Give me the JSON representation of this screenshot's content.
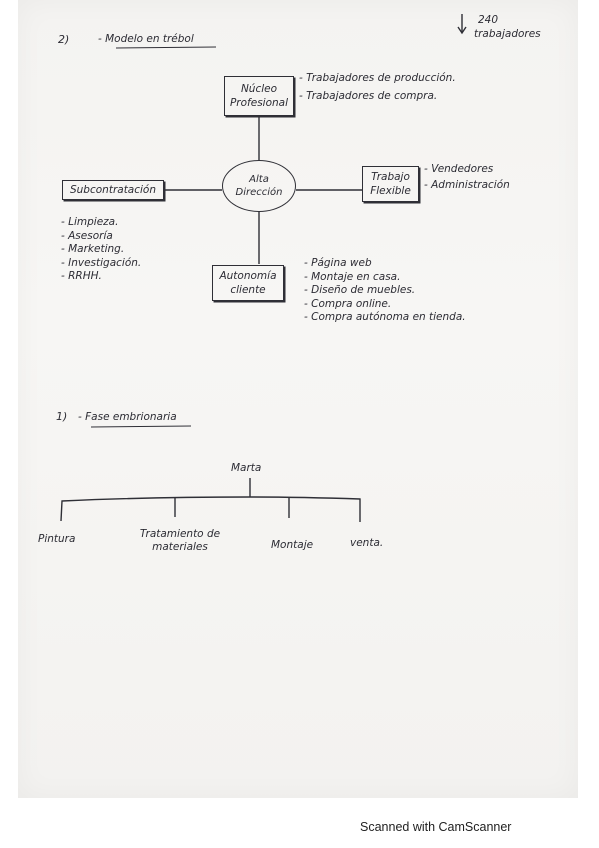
{
  "workers": {
    "count": "240",
    "label": "trabajadores"
  },
  "section_clover": {
    "heading_number": "2)",
    "heading_title": "- Modelo en trébol",
    "center": {
      "line1": "Alta",
      "line2": "Dirección"
    },
    "nucleo": {
      "line1": "Núcleo",
      "line2": "Profesional",
      "items": [
        "- Trabajadores de producción.",
        "- Trabajadores de compra."
      ]
    },
    "trabajo": {
      "line1": "Trabajo",
      "line2": "Flexible",
      "items": [
        "- Vendedores",
        "- Administración"
      ]
    },
    "subcontratacion": {
      "label": "Subcontratación",
      "items": [
        "- Limpieza.",
        "- Asesoría",
        "- Marketing.",
        "- Investigación.",
        "- RRHH."
      ]
    },
    "autonomia": {
      "line1": "Autonomía",
      "line2": "cliente",
      "items": [
        "- Página web",
        "- Montaje en casa.",
        "- Diseño de muebles.",
        "- Compra online.",
        "- Compra autónoma en tienda."
      ]
    }
  },
  "section_phase": {
    "heading_number": "1)",
    "heading_title": "- Fase embrionaria",
    "root": "Marta",
    "children": [
      "Pintura",
      "Tratamiento de materiales",
      "Montaje",
      "venta."
    ]
  },
  "footer": "Scanned with CamScanner"
}
